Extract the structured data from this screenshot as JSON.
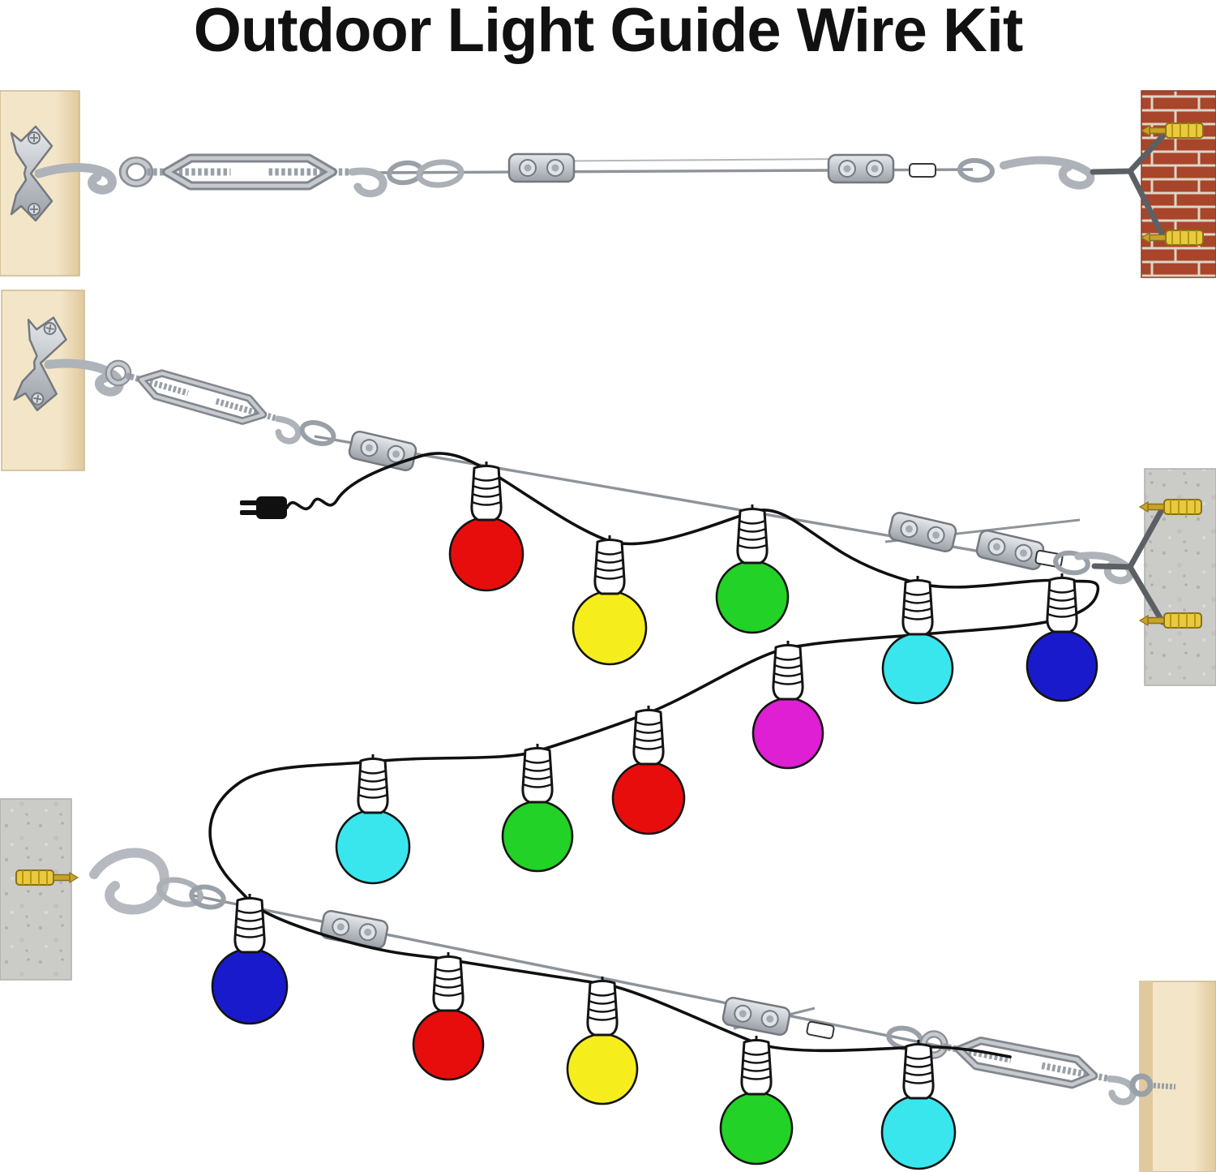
{
  "title": "Outdoor Light Guide Wire Kit",
  "palette": {
    "red": "#e80d0d",
    "yellow": "#f6ee1c",
    "green": "#22d226",
    "cyan": "#3ae6ee",
    "blue": "#1a1acd",
    "magenta": "#df1fd3"
  },
  "materials": {
    "background": "#ffffff",
    "title": "#111111",
    "wood": "#f3e6c8",
    "wood_shade": "#e0c99e",
    "brick": "#a8452b",
    "mortar": "#ddd5c6",
    "concrete": "#cbcbc8",
    "concrete_speck": "#b2b2af",
    "anchor": "#e9c93e",
    "anchor_dark": "#a8871c",
    "metal": "#b9bdc3",
    "metal_dark": "#74797f",
    "bracket": "#5c6065",
    "wire": "#8f949a",
    "cord": "#101010",
    "bulb_base": "#ffffff",
    "bulb_outline": "#141414"
  },
  "strings": {
    "upper_bulbs": [
      "red",
      "yellow",
      "green",
      "cyan",
      "blue"
    ],
    "middle_bulbs": [
      "magenta",
      "red",
      "green",
      "cyan"
    ],
    "lower_bulbs": [
      "blue",
      "red",
      "yellow",
      "green",
      "cyan"
    ]
  }
}
